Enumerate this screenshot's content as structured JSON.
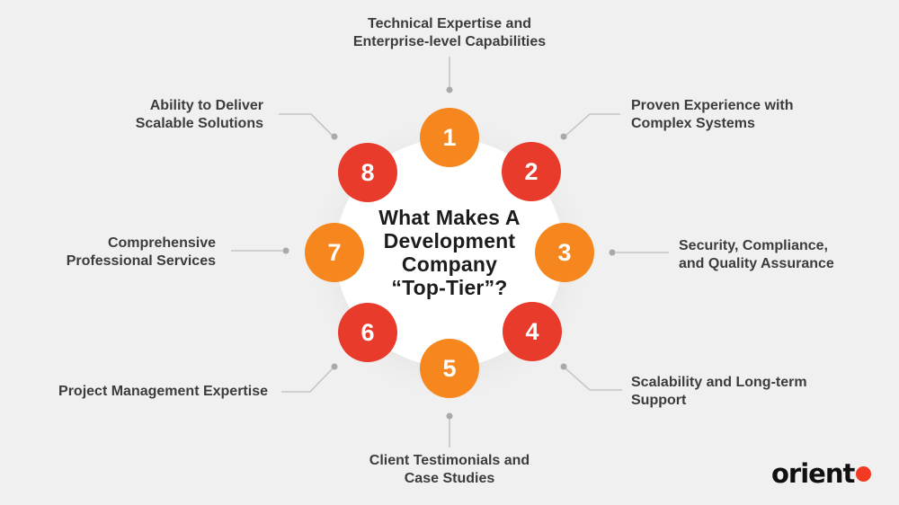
{
  "center": {
    "title_lines": [
      "What Makes A",
      "Development",
      "Company",
      "“Top-Tier”?"
    ]
  },
  "nodes": [
    {
      "number": "1",
      "color": "#F6861E",
      "label_lines": [
        "Technical Expertise and",
        "Enterprise-level Capabilities"
      ]
    },
    {
      "number": "2",
      "color": "#E93B2B",
      "label_lines": [
        "Proven Experience with",
        "Complex Systems"
      ]
    },
    {
      "number": "3",
      "color": "#F6861E",
      "label_lines": [
        "Security, Compliance,",
        "and Quality Assurance"
      ]
    },
    {
      "number": "4",
      "color": "#E93B2B",
      "label_lines": [
        "Scalability and Long-term",
        "Support"
      ]
    },
    {
      "number": "5",
      "color": "#F6861E",
      "label_lines": [
        "Client Testimonials and",
        "Case Studies"
      ]
    },
    {
      "number": "6",
      "color": "#E93B2B",
      "label_lines": [
        "Project Management Expertise"
      ]
    },
    {
      "number": "7",
      "color": "#F6861E",
      "label_lines": [
        "Comprehensive",
        "Professional Services"
      ]
    },
    {
      "number": "8",
      "color": "#E93B2B",
      "label_lines": [
        "Ability to Deliver",
        "Scalable Solutions"
      ]
    }
  ],
  "logo": {
    "text": "orient",
    "dot_color": "#F23A22"
  },
  "colors": {
    "background": "#f0f0f0",
    "connector_line": "#c6c6c6",
    "connector_dot": "#a9a9a9",
    "center_text": "#1c1c1c",
    "label_text": "#3c3c3c"
  }
}
